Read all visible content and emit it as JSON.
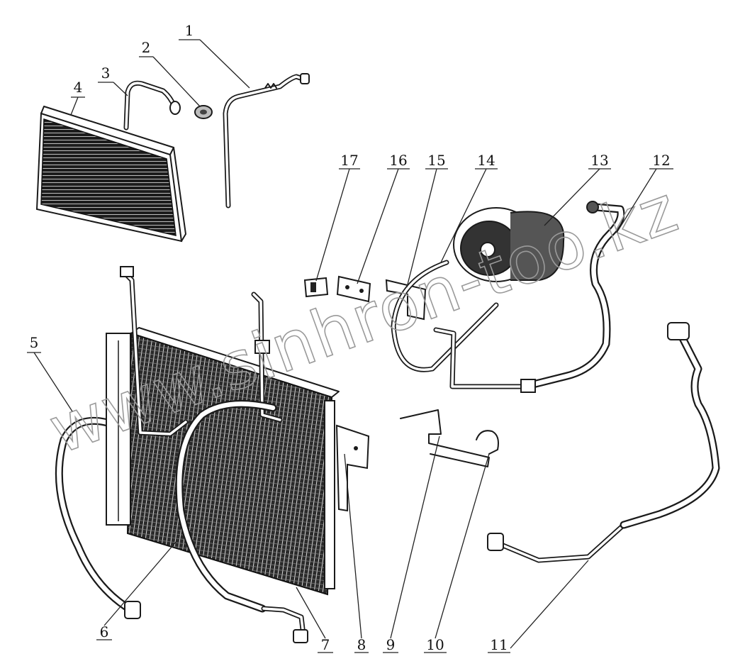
{
  "callouts": [
    {
      "id": "1",
      "label": "1"
    },
    {
      "id": "2",
      "label": "2"
    },
    {
      "id": "3",
      "label": "3"
    },
    {
      "id": "4",
      "label": "4"
    },
    {
      "id": "5",
      "label": "5"
    },
    {
      "id": "6",
      "label": "6"
    },
    {
      "id": "7",
      "label": "7"
    },
    {
      "id": "8",
      "label": "8"
    },
    {
      "id": "9",
      "label": "9"
    },
    {
      "id": "10",
      "label": "10"
    },
    {
      "id": "11",
      "label": "11"
    },
    {
      "id": "12",
      "label": "12"
    },
    {
      "id": "13",
      "label": "13"
    },
    {
      "id": "14",
      "label": "14"
    },
    {
      "id": "15",
      "label": "15"
    },
    {
      "id": "16",
      "label": "16"
    },
    {
      "id": "17",
      "label": "17"
    }
  ],
  "watermark": {
    "text": "www.sinhron-too.kz",
    "color": "#9a9a9a"
  },
  "colors": {
    "line": "#1a1a1a",
    "background": "#ffffff"
  }
}
